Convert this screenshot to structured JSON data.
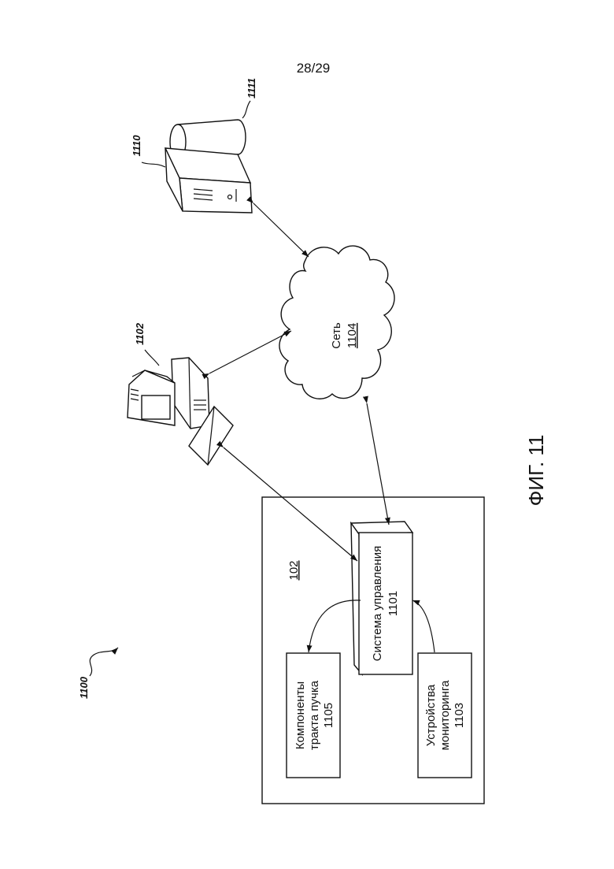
{
  "page_number": "28/29",
  "figure_caption": "ФИГ. 11",
  "refs": {
    "system": "1100",
    "terminal": "1102",
    "server": "1110",
    "database": "1111"
  },
  "network": {
    "label": "Сеть",
    "number": "1104"
  },
  "facility": {
    "number": "102"
  },
  "control_system": {
    "label": "Система управления",
    "number": "1101"
  },
  "beam_path": {
    "line1": "Компоненты",
    "line2": "тракта пучка",
    "number": "1105"
  },
  "monitoring": {
    "line1": "Устройства",
    "line2": "мониторинга",
    "number": "1103"
  }
}
